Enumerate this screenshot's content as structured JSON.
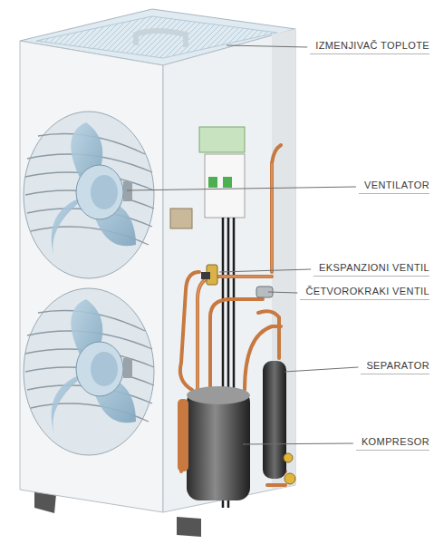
{
  "diagram": {
    "labels": [
      "IZMENJIVAČ TOPLOTE",
      "VENTILATOR",
      "EKSPANZIONI VENTIL",
      "ČETVOROKRAKI VENTIL",
      "SEPARATOR",
      "KOMPRESOR"
    ]
  }
}
